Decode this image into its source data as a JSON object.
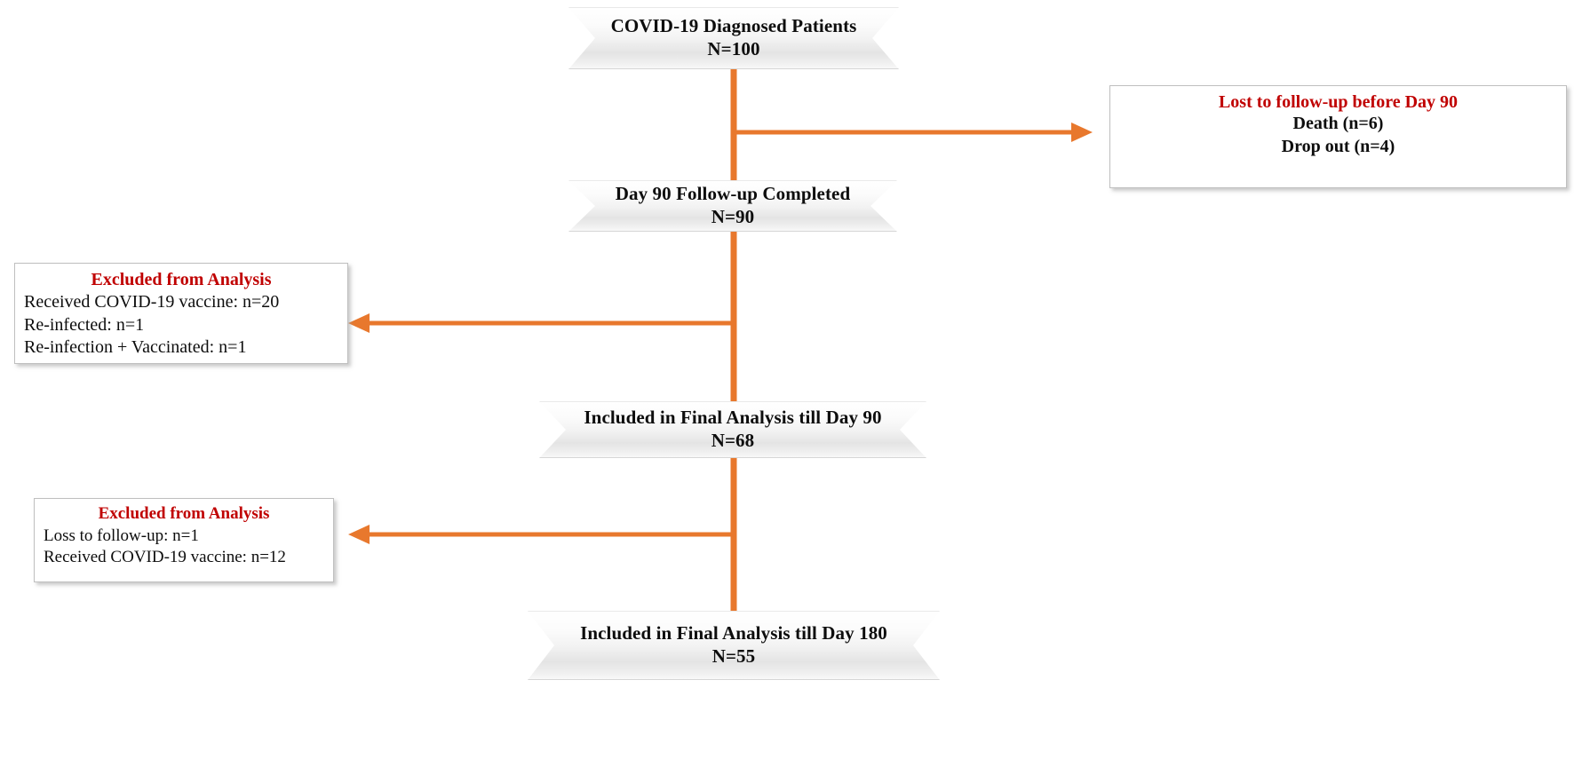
{
  "diagram": {
    "type": "consort-flow-diagram",
    "accent_color": "#E8782D",
    "title_color": "#C00000",
    "text_color": "#0D0D0D",
    "box_fill": "#FFFFFF"
  },
  "main_boxes": {
    "diagnosed": {
      "title": "COVID-19 Diagnosed Patients",
      "count": "N=100"
    },
    "day90_completed": {
      "title": "Day 90 Follow-up  Completed",
      "count": "N=90"
    },
    "final_day90": {
      "title": "Included  in Final Analysis till Day 90",
      "count": "N=68"
    },
    "final_day180": {
      "title": "Included  in Final Analysis till Day 180",
      "count": "N=55"
    }
  },
  "side_boxes": {
    "lost_followup": {
      "title": "Lost to follow-up  before Day 90",
      "lines": [
        "Death (n=6)",
        "Drop out (n=4)"
      ]
    },
    "excluded_day90": {
      "title": "Excluded  from Analysis",
      "lines": [
        "Received  COVID-19 vaccine:  n=20",
        "Re-infected:  n=1",
        "Re-infection  + Vaccinated:  n=1"
      ]
    },
    "excluded_day180": {
      "title": "Excluded  from Analysis",
      "lines": [
        "Loss to follow-up:  n=1",
        "Received  COVID-19 vaccine:  n=12"
      ]
    }
  },
  "connectors": [
    {
      "name": "spine-diagnosed-to-day90",
      "direction": "vertical"
    },
    {
      "name": "branch-to-lost-followup",
      "direction": "right"
    },
    {
      "name": "spine-day90-to-final90",
      "direction": "vertical"
    },
    {
      "name": "branch-to-excluded-day90",
      "direction": "left"
    },
    {
      "name": "spine-final90-to-final180",
      "direction": "vertical"
    },
    {
      "name": "branch-to-excluded-day180",
      "direction": "left"
    }
  ]
}
